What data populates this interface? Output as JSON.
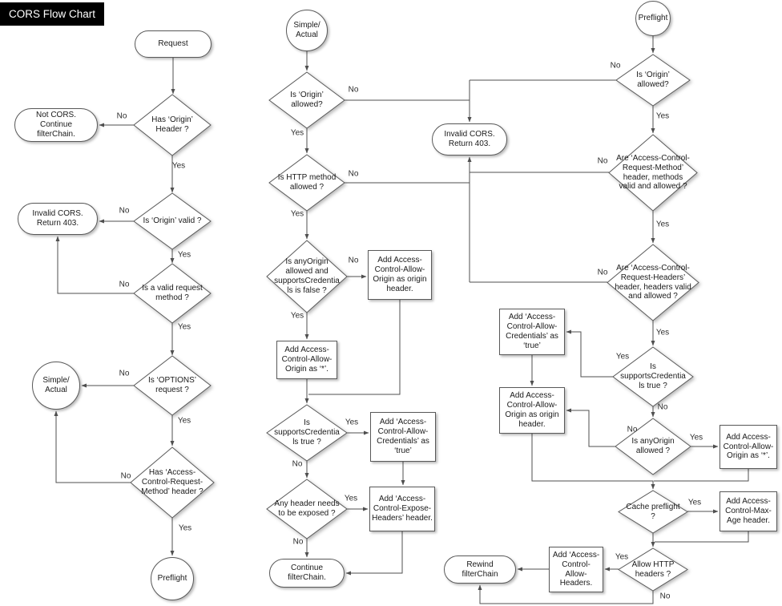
{
  "title": "CORS Flow Chart",
  "nodes": {
    "request": "Request",
    "has_origin_header": "Has ‘Origin’ Header ?",
    "not_cors": "Not CORS. Continue filterChain.",
    "origin_valid": "Is ‘Origin’ valid ?",
    "invalid_cors_left": "Invalid CORS. Return 403.",
    "valid_request_method": "Is a valid request method ?",
    "is_options_request": "Is ‘OPTIONS’ request ?",
    "simple_actual_left": "Simple/\nActual",
    "has_acrm_header": "Has ‘Access-Control-Request-Method’ header ?",
    "preflight_left": "Preflight",
    "simple_actual_mid": "Simple/\nActual",
    "origin_allowed_mid": "Is ‘Origin’ allowed?",
    "invalid_cors_mid": "Invalid CORS. Return 403.",
    "http_method_allowed": "Is HTTP method allowed ?",
    "anyorigin_and_cred": "Is anyOrigin allowed and supportsCredentials is false ?",
    "add_origin_header_mid": "Add Access-Control-Allow-Origin as origin header.",
    "add_star_mid": "Add Access-Control-Allow-Origin as ‘*’.",
    "supports_cred_mid": "Is supportsCredentials true ?",
    "add_credentials_mid": "Add ‘Access-Control-Allow-Credentials’ as ‘true’",
    "any_header_exposed": "Any header needs to be exposed ?",
    "add_expose_headers": "Add ‘Access-Control-Expose-Headers’ header.",
    "continue_filterchain": "Continue filterChain.",
    "preflight_right": "Preflight",
    "origin_allowed_right": "Is ‘Origin’ allowed?",
    "acrm_valid": "Are ‘Access-Control-Request-Method’ header, methods valid and allowed ?",
    "acrh_valid": "Are ‘Access-Control-Request-Headers’ header, headers valid and allowed ?",
    "supports_cred_right": "Is supportsCredentials true ?",
    "add_credentials_right": "Add ‘Access-Control-Allow-Credentials’ as ‘true’",
    "add_origin_header_right": "Add Access-Control-Allow-Origin as origin header.",
    "anyorigin_allowed_right": "Is anyOrigin allowed ?",
    "add_star_right": "Add Access-Control-Allow-Origin as ‘*’.",
    "cache_preflight": "Cache preflight ?",
    "add_max_age": "Add Access-Control-Max-Age header.",
    "allow_http_headers": "Allow HTTP headers ?",
    "add_allow_headers": "Add ‘Access-Control-Allow-Headers.",
    "rewind_filterchain": "Rewind filterChain"
  },
  "edge_labels": [
    "No",
    "Yes",
    "No",
    "Yes",
    "No",
    "Yes",
    "No",
    "Yes",
    "No",
    "Yes",
    "No",
    "Yes",
    "No",
    "Yes",
    "No",
    "Yes",
    "Yes",
    "No",
    "Yes",
    "No",
    "No",
    "Yes",
    "No",
    "Yes",
    "No",
    "Yes",
    "Yes",
    "No",
    "No",
    "Yes",
    "Yes",
    "Yes",
    "No"
  ]
}
